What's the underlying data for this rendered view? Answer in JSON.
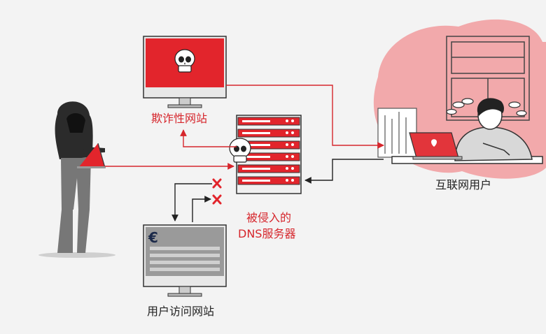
{
  "labels": {
    "fake_site": "欺诈性网站",
    "compromised_dns_line1": "被侵入的",
    "compromised_dns_line2": "DNS服务器",
    "internet_user": "互联网用户",
    "user_visits_site": "用户访问网站"
  },
  "icons": {
    "fake_site_screen": "skull-icon",
    "server": "skull-icon",
    "legit_site_screen": "euro-icon",
    "blocked_marks": "cross-icon"
  },
  "monitor_legit_symbol": "€",
  "colors": {
    "accent_red": "#d6262c",
    "pink_blob": "#f2a9ab",
    "dark_outline": "#222222",
    "gray_screen": "#9a9a9a"
  }
}
